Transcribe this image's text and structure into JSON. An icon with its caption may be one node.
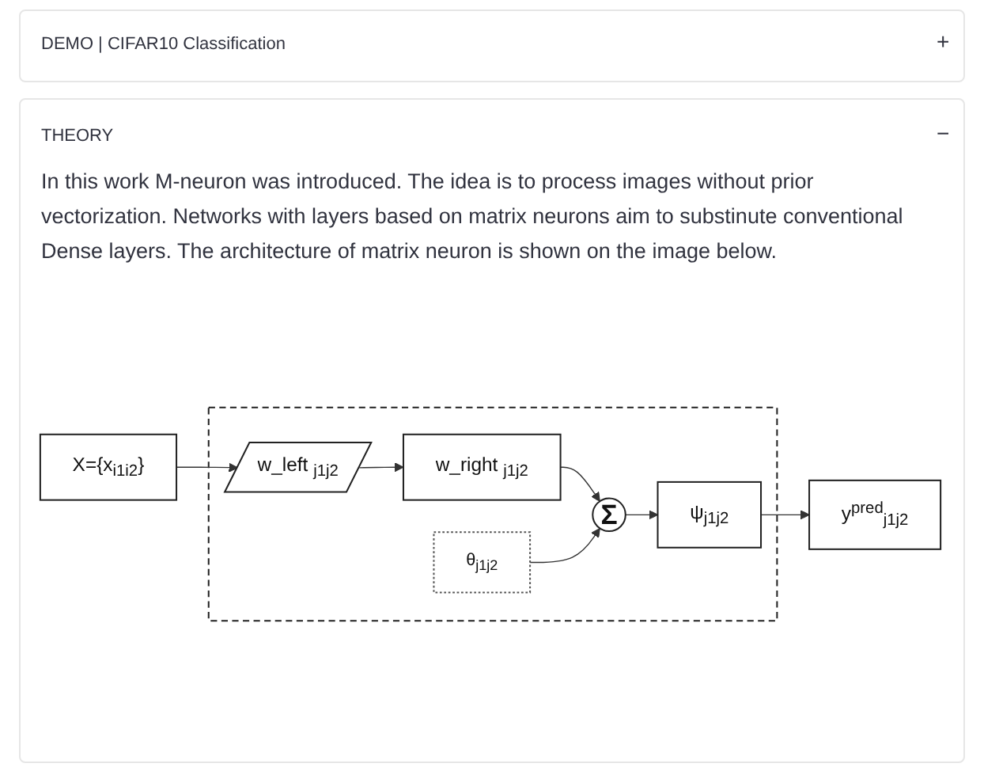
{
  "diagram": {
    "nodes": [
      {
        "text": [
          "X={x$_{i1i2}$}"
        ]
      },
      {
        "text": [],
        "shape": "box"
      },
      {
        "text": [
          "w_left $_{j1j2}$"
        ],
        "in": 1
      },
      {
        "text": [
          "w_right $_{j1j2}$"
        ],
        "in": 1
      },
      {
        "text": [
          "θ$_{j1j2}$"
        ],
        "in": 1
      },
      {
        "text": [
          "Σ"
        ],
        "in": 1
      },
      {
        "text": [
          "ψ$_{j1j2}$"
        ],
        "in": 1
      },
      {
        "text": [
          "y$^{pred}$$_{j1j2}$"
        ]
      }
    ],
    "edges": [
      {
        "from": 0,
        "to": 2,
        "arrow": "to"
      },
      {
        "from": 2,
        "to": 3,
        "arrow": "to"
      },
      {
        "from": 3,
        "to": 5,
        "arrow": "to"
      },
      {
        "from": 4,
        "to": 5,
        "arrow": "to"
      },
      {
        "from": 5,
        "to": 6,
        "arrow": "to"
      },
      {
        "from": 6,
        "to": 7,
        "arrow": "to"
      }
    ],
    "labels": [
      "DEMO | CIFAR10 Classification",
      "+",
      "THEORY",
      "−",
      "In this work M-neuron was introduced. The idea is to process images without prior vectorization. Networks with layers based on matrix neurons aim to substinute conventional Dense layers. The architecture of matrix neuron is shown on the image below."
    ]
  }
}
